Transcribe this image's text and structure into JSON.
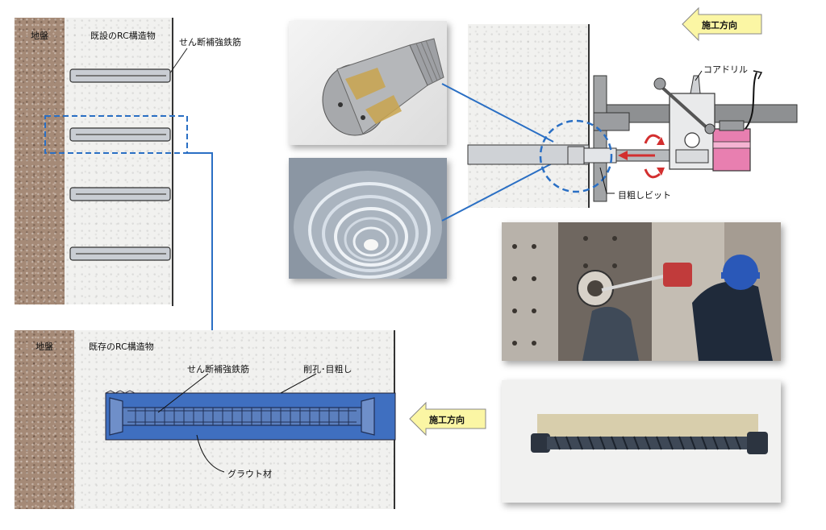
{
  "labels": {
    "ground_top": "地盤",
    "existing_rc_top": "既設のRC構造物",
    "shear_rebar_top": "せん断補強鉄筋",
    "ground_bottom": "地盤",
    "existing_rc_bottom": "既存のRC構造物",
    "shear_rebar_bottom": "せん断補強鉄筋",
    "drill_hole": "削孔･目粗し",
    "grout": "グラウト材",
    "direction_bottom": "施工方向",
    "direction_top": "施工方向",
    "core_drill": "コアドリル",
    "roughening_bit": "目粗しビット"
  },
  "colors": {
    "ground": "#a58a77",
    "hole_blue": "#3f6fc0",
    "leader_blue": "#2a6fc4",
    "arrow_yellow": "#fbf6a4",
    "pink_motor": "#e87fb0"
  }
}
